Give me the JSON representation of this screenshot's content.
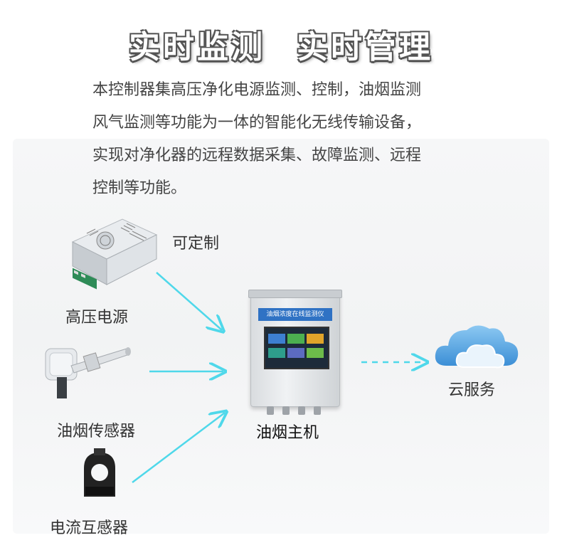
{
  "headline": {
    "part1": "实时监测",
    "part2": "实时管理"
  },
  "description": {
    "lines": [
      "本控制器集高压净化电源监测、控制，油烟监测",
      "风气监测等功能为一体的智能化无线传输设备，",
      "实现对净化器的远程数据采集、故障监测、远程",
      "控制等功能。"
    ]
  },
  "diagram": {
    "customizable_label": "可定制",
    "power_supply_label": "高压电源",
    "oil_sensor_label": "油烟传感器",
    "current_transformer_label": "电流互感器",
    "host_label": "油烟主机",
    "host_banner": "油烟浓度在线监测仪",
    "cloud_label": "云服务"
  },
  "colors": {
    "arrow": "#4fd8ea",
    "host_banner": "#2f72c4",
    "cloud": "#5aa8e6"
  }
}
